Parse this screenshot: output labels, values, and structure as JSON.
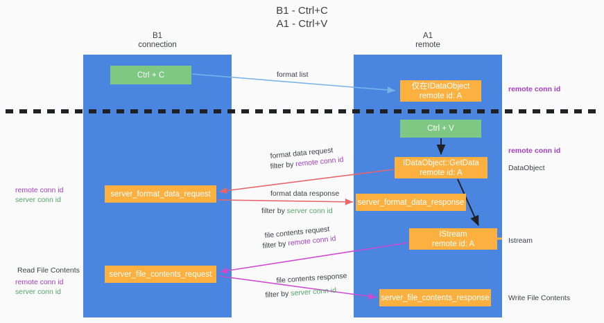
{
  "title": {
    "line1": "B1 - Ctrl+C",
    "line2": "A1 - Ctrl+V"
  },
  "lanes": [
    {
      "id": "b1",
      "name": "B1",
      "role": "connection",
      "color": "#4a86e0"
    },
    {
      "id": "a1",
      "name": "A1",
      "role": "remote",
      "color": "#4a86e0"
    }
  ],
  "boxes": {
    "ctrl_c": {
      "line1": "Ctrl + C",
      "color": "#7ec883"
    },
    "data_object": {
      "line1": "仅在IDataObject",
      "line2": "remote id: A",
      "color": "#fbb040"
    },
    "ctrl_v": {
      "line1": "Ctrl + V",
      "color": "#7ec883"
    },
    "get_data": {
      "line1": "IDataObject::GetData",
      "line2": "remote id: A",
      "color": "#fbb040"
    },
    "server_format_data_request": {
      "line1": "server_format_data_request",
      "color": "#fbb040"
    },
    "server_format_data_response": {
      "line1": "server_format_data_response",
      "color": "#fbb040"
    },
    "istream": {
      "line1": "IStream",
      "line2": "remote id: A",
      "color": "#fbb040"
    },
    "server_file_contents_request": {
      "line1": "server_file_contents_request",
      "color": "#fbb040"
    },
    "server_file_contents_response": {
      "line1": "server_file_contents_response",
      "color": "#fbb040"
    }
  },
  "edge_labels": {
    "format_list": "format list",
    "format_data_request": "format data request",
    "format_data_request_filter_prefix": "filter by ",
    "format_data_request_filter_key": "remote conn id",
    "format_data_response": "format data response",
    "format_data_response_filter_prefix": "filter by ",
    "format_data_response_filter_key": "server conn id",
    "file_contents_request": "file contents request",
    "file_contents_request_filter_prefix": "filter by ",
    "file_contents_request_filter_key": "remote conn id",
    "file_contents_response": "file contents response",
    "file_contents_response_filter_prefix": "filter by ",
    "file_contents_response_filter_key": "server conn id"
  },
  "side_labels": {
    "right_remote_conn_id_top": "remote conn id",
    "right_remote_conn_id_mid": "remote conn id",
    "right_dataobject": "DataObject",
    "right_istream": "Istream",
    "right_write_file_contents": "Write File Contents",
    "left_remote_conn_id_top": "remote conn id",
    "left_server_conn_id_top": "server conn id",
    "left_read_file_contents": "Read File Contents",
    "left_remote_conn_id_bottom": "remote conn id",
    "left_server_conn_id_bottom": "server conn id"
  },
  "colors": {
    "lane": "#4a86e0",
    "green_box": "#7ec883",
    "orange_box": "#fbb040",
    "purple_text": "#a33ec4",
    "green_text": "#52a768",
    "arrow_blue": "#7ab3e8",
    "arrow_red": "#e8656a",
    "arrow_magenta": "#cc4bd0",
    "arrow_black": "#202124",
    "divider": "#202124",
    "background": "#fafafa"
  }
}
